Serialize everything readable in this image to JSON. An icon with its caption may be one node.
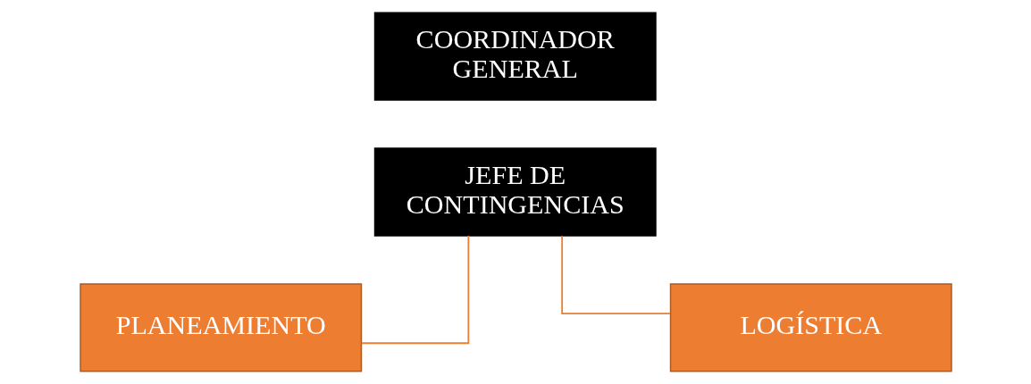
{
  "diagram": {
    "nodes": [
      {
        "text": [
          "COORDINADOR GENERAL"
        ]
      },
      {
        "text": [
          "JEFE DE CONTINGENCIAS"
        ]
      },
      {
        "text": [
          "PLANEAMIENTO"
        ]
      },
      {
        "text": [
          "LOGÍSTICA"
        ]
      }
    ],
    "edges": [
      {
        "from": 1,
        "to": 2,
        "arrow": "none"
      },
      {
        "from": 1,
        "to": 3,
        "arrow": "none"
      }
    ]
  }
}
